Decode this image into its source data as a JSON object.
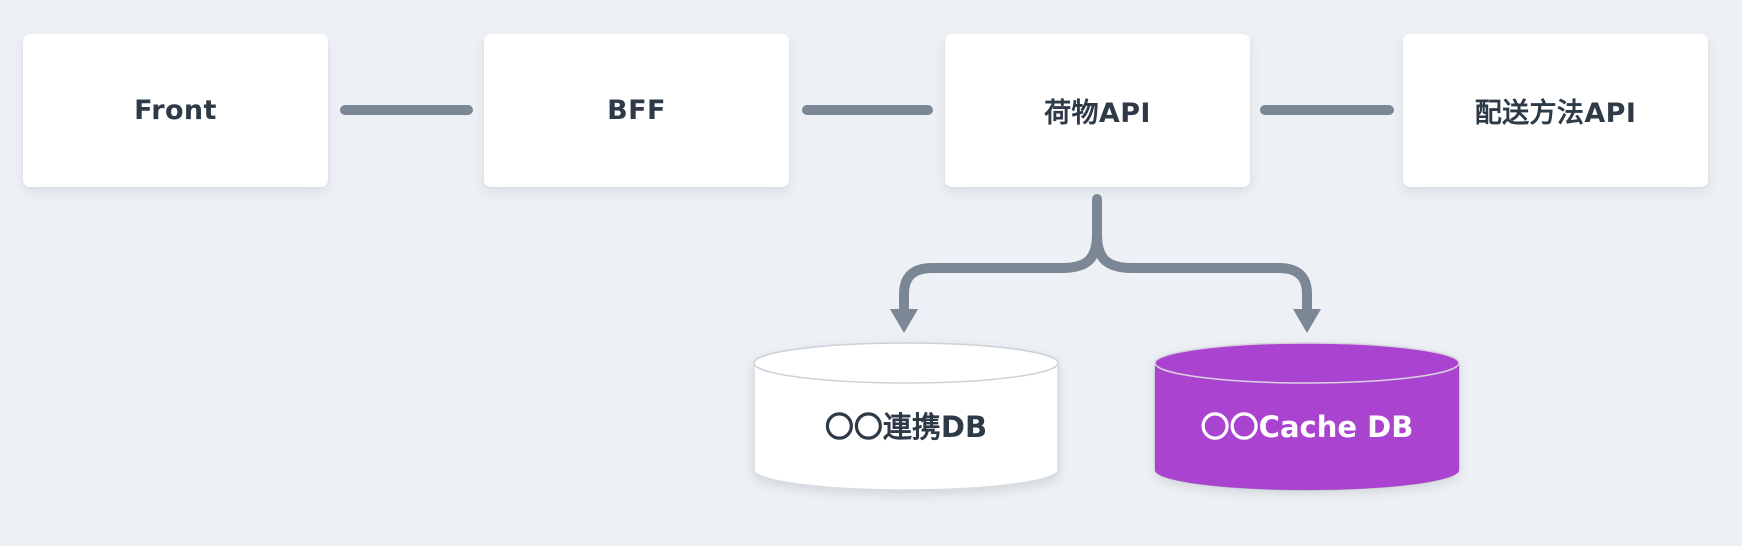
{
  "diagram": {
    "nodes": [
      {
        "id": "front",
        "label": "Front"
      },
      {
        "id": "bff",
        "label": "BFF"
      },
      {
        "id": "nimotsu_api",
        "label": "荷物API"
      },
      {
        "id": "haisou_api",
        "label": "配送方法API"
      }
    ],
    "databases": [
      {
        "id": "renkei_db",
        "label": "〇〇連携DB",
        "fill": "#ffffff",
        "text_color": "#2f3a49"
      },
      {
        "id": "cache_db",
        "label": "〇〇Cache DB",
        "fill": "#aa44d0",
        "text_color": "#ffffff"
      }
    ],
    "edges": [
      {
        "from": "Front",
        "to": "BFF",
        "arrow": "none"
      },
      {
        "from": "BFF",
        "to": "荷物API",
        "arrow": "none"
      },
      {
        "from": "荷物API",
        "to": "配送方法API",
        "arrow": "none"
      },
      {
        "from": "荷物API",
        "to": "〇〇連携DB",
        "arrow": "down"
      },
      {
        "from": "荷物API",
        "to": "〇〇Cache DB",
        "arrow": "down"
      }
    ],
    "colors": {
      "background": "#edf1f5",
      "node_fill": "#ffffff",
      "node_text": "#2f3a49",
      "connector": "#7b8794",
      "renkei_db_fill": "#ffffff",
      "cache_db_fill": "#aa44d0"
    }
  }
}
